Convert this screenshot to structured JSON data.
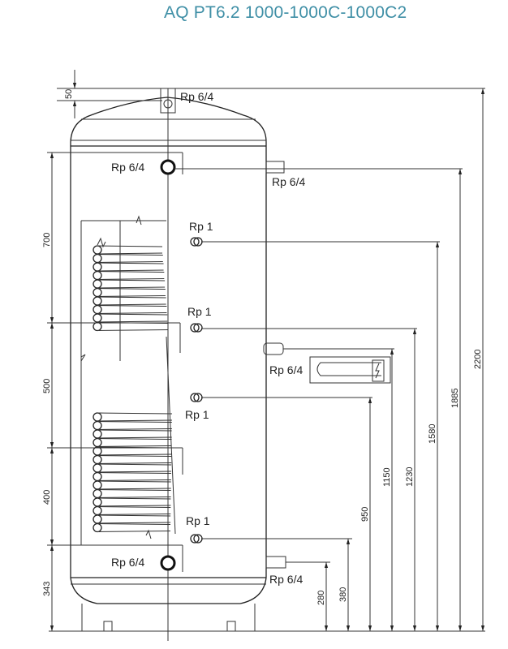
{
  "title": "AQ PT6.2 1000-1000C-1000C2",
  "connections": {
    "top": "Rp 6/4",
    "upper_left": "Rp 6/4",
    "upper_right": "Rp 6/4",
    "coil1_in": "Rp 1",
    "coil1_out": "Rp 1",
    "heater": "Rp 6/4",
    "coil2_in": "Rp 1",
    "coil2_out": "Rp 1",
    "bottom_left": "Rp 6/4",
    "bottom_right": "Rp 6/4"
  },
  "left_dims": [
    "50",
    "700",
    "500",
    "400",
    "343"
  ],
  "right_dims": [
    "280",
    "380",
    "950",
    "1150",
    "1230",
    "1580",
    "1885",
    "2200"
  ]
}
